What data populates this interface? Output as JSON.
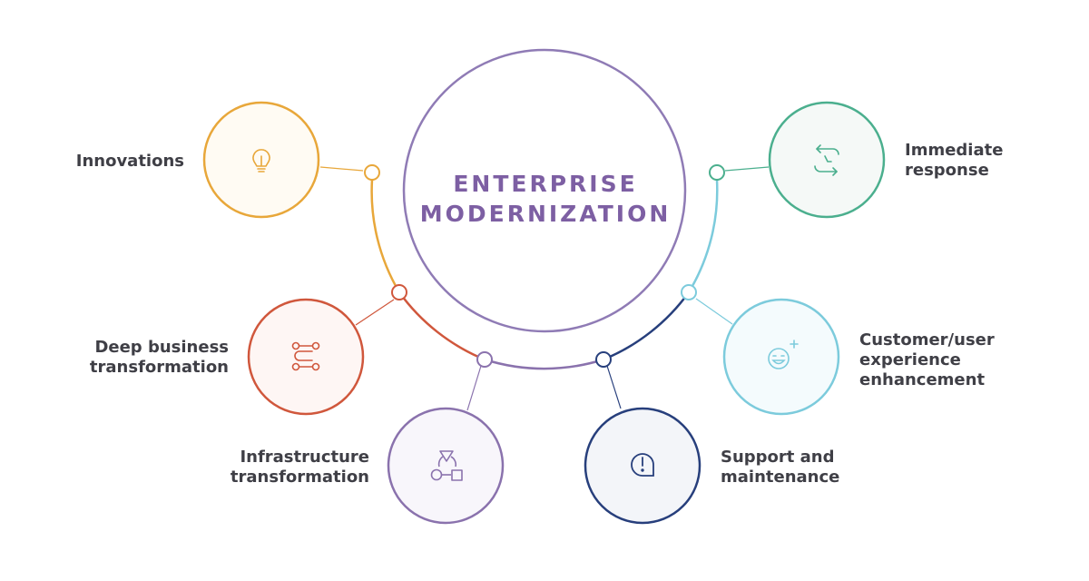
{
  "title": "ENTERPRISE\nMODERNIZATION",
  "colors": {
    "title": "#7d5fa3",
    "center_ring": "#8f7bb5",
    "text": "#3f3f46"
  },
  "nodes": [
    {
      "label": "Innovations",
      "icon": "lightbulb-icon",
      "color": "#e8a73a",
      "fill": "#fffbf3"
    },
    {
      "label": "Deep business\ntransformation",
      "icon": "process-flow-icon",
      "color": "#d0573c",
      "fill": "#fef6f4"
    },
    {
      "label": "Infrastructure\ntransformation",
      "icon": "shapes-icon",
      "color": "#8a72ad",
      "fill": "#f8f6fb"
    },
    {
      "label": "Support and\nmaintenance",
      "icon": "alert-bubble-icon",
      "color": "#273f7c",
      "fill": "#f3f5f9"
    },
    {
      "label": "Customer/user\nexperience\nenhancement",
      "icon": "smiley-plus-icon",
      "color": "#7ccbdc",
      "fill": "#f4fbfd"
    },
    {
      "label": "Immediate\nresponse",
      "icon": "refresh-arrows-icon",
      "color": "#4baf8e",
      "fill": "#f5f9f7"
    }
  ]
}
